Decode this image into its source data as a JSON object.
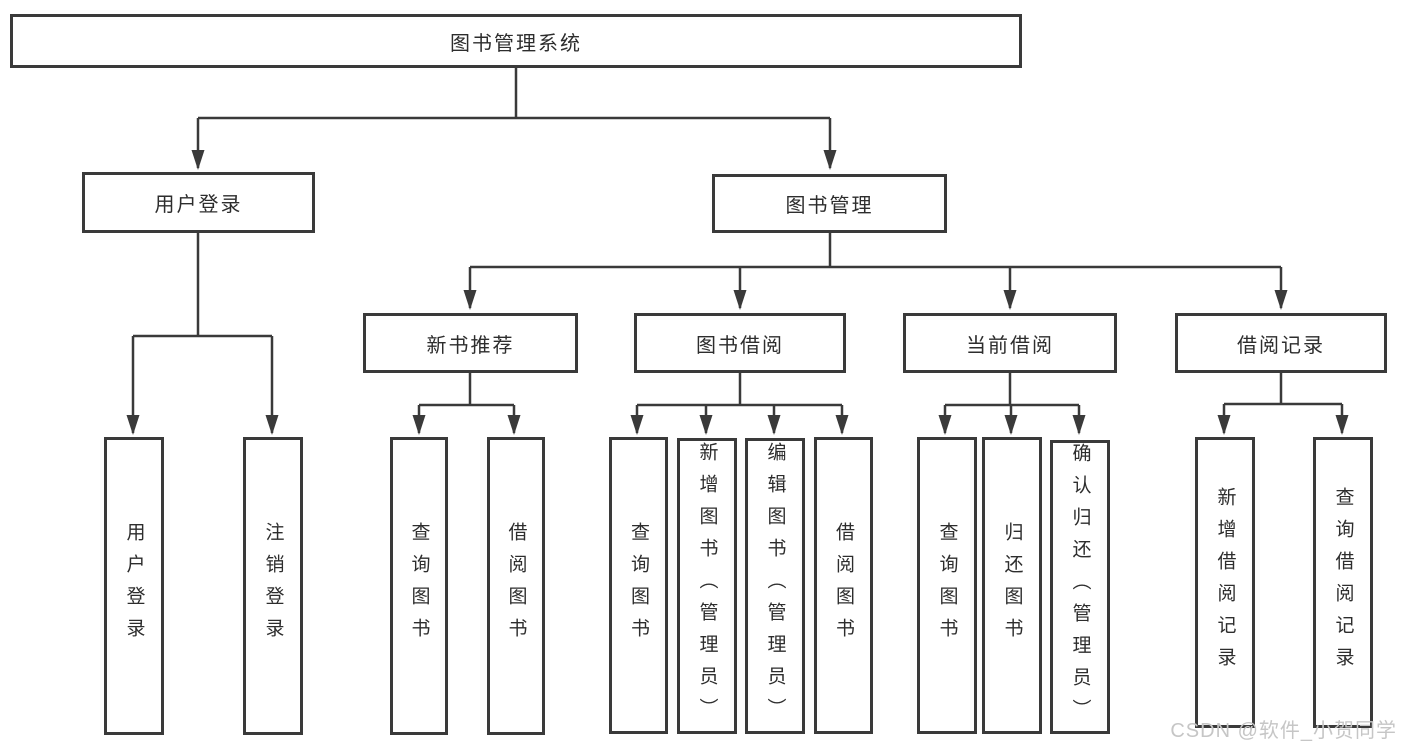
{
  "colors": {
    "line": "#3a3a3a",
    "text": "#2d2d2d",
    "box_background": "#ffffff",
    "watermark": "#c6c6c6"
  },
  "root": {
    "label": "图书管理系统"
  },
  "branches": {
    "user_login": {
      "label": "用户登录"
    },
    "book_management": {
      "label": "图书管理"
    }
  },
  "modules": [
    {
      "label": "新书推荐"
    },
    {
      "label": "图书借阅"
    },
    {
      "label": "当前借阅"
    },
    {
      "label": "借阅记录"
    }
  ],
  "leaves": [
    {
      "label": "用户登录"
    },
    {
      "label": "注销登录"
    },
    {
      "label": "查询图书"
    },
    {
      "label": "借阅图书"
    },
    {
      "label": "查询图书"
    },
    {
      "label": "新增图书（管理员）"
    },
    {
      "label": "编辑图书（管理员）"
    },
    {
      "label": "借阅图书"
    },
    {
      "label": "查询图书"
    },
    {
      "label": "归还图书"
    },
    {
      "label": "确认归还（管理员）"
    },
    {
      "label": "新增借阅记录"
    },
    {
      "label": "查询借阅记录"
    }
  ],
  "watermark": "CSDN @软件_小贺同学"
}
